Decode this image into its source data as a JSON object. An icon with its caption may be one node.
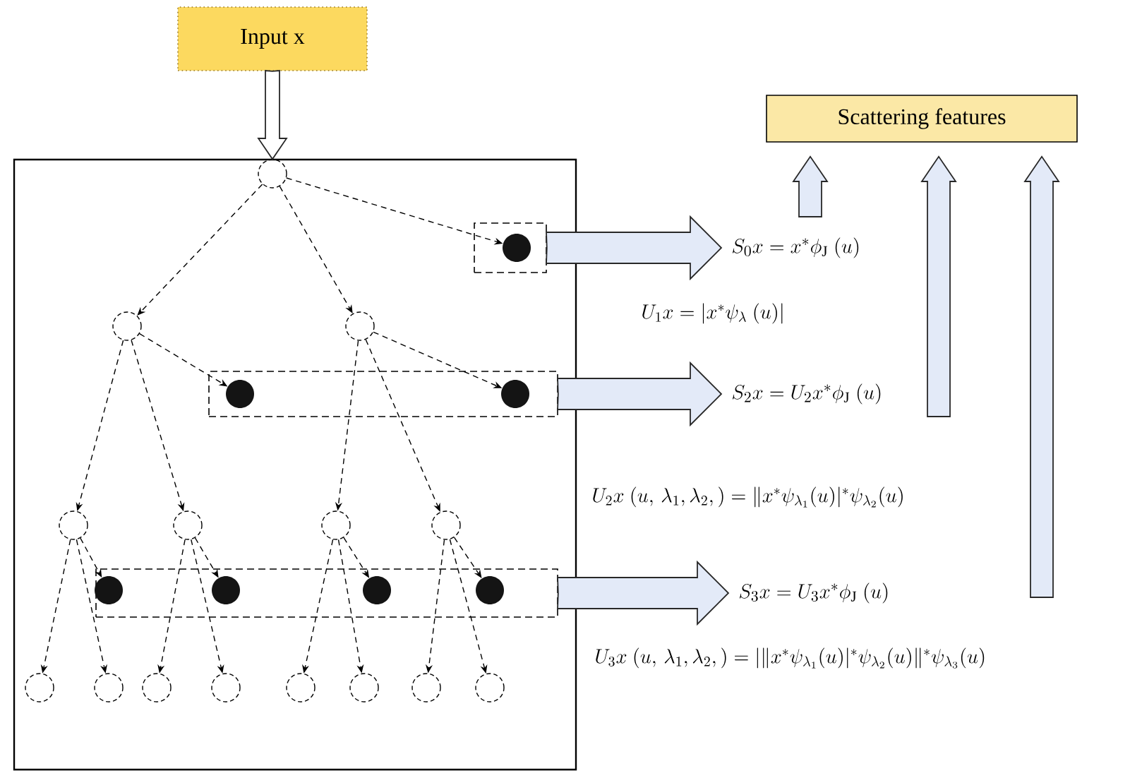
{
  "diagram": {
    "nodes": [
      {
        "text": [
          "Input x"
        ]
      },
      {
        "text": [
          "Scattering features"
        ]
      },
      {
        "text": [],
        "shape": "box"
      },
      {
        "text": [],
        "shape": "circle",
        "in": 2
      },
      {
        "text": [],
        "shape": "box",
        "in": 2
      },
      {
        "text": [],
        "shape": "dot",
        "in": 4
      },
      {
        "text": [
          "S_0x = x^{*}\\phi_{\\mathrm{J}}\\ (u)"
        ]
      },
      {
        "text": [],
        "shape": "circle",
        "in": 2
      },
      {
        "text": [],
        "shape": "circle",
        "in": 2
      },
      {
        "text": [],
        "shape": "box",
        "in": 2
      },
      {
        "text": [],
        "shape": "dot",
        "in": 9
      },
      {
        "text": [],
        "shape": "dot",
        "in": 9
      },
      {
        "text": [
          "S_2x = U_2x^{*}\\phi_{\\mathrm{J}}\\ (u)"
        ]
      },
      {
        "text": [],
        "shape": "circle",
        "in": 2
      },
      {
        "text": [],
        "shape": "circle",
        "in": 2
      },
      {
        "text": [],
        "shape": "circle",
        "in": 2
      },
      {
        "text": [],
        "shape": "circle",
        "in": 2
      },
      {
        "text": [],
        "shape": "box",
        "in": 2
      },
      {
        "text": [],
        "shape": "dot",
        "in": 17
      },
      {
        "text": [],
        "shape": "dot",
        "in": 17
      },
      {
        "text": [],
        "shape": "dot",
        "in": 17
      },
      {
        "text": [],
        "shape": "dot",
        "in": 17
      },
      {
        "text": [
          "S_3x = U_3x^{*}\\phi_{\\mathrm{J}}\\ (u)"
        ]
      },
      {
        "text": [],
        "shape": "circle",
        "in": 2
      },
      {
        "text": [],
        "shape": "circle",
        "in": 2
      },
      {
        "text": [],
        "shape": "circle",
        "in": 2
      },
      {
        "text": [],
        "shape": "circle",
        "in": 2
      },
      {
        "text": [],
        "shape": "circle",
        "in": 2
      },
      {
        "text": [],
        "shape": "circle",
        "in": 2
      },
      {
        "text": [],
        "shape": "circle",
        "in": 2
      },
      {
        "text": [],
        "shape": "circle",
        "in": 2
      }
    ],
    "edges": [
      {
        "from": 0,
        "to": 3,
        "arrow": "to",
        "style": "thick",
        "color": "#ffffff"
      },
      {
        "from": 3,
        "to": 7,
        "arrow": "to",
        "style": "dashed"
      },
      {
        "from": 3,
        "to": 8,
        "arrow": "to",
        "style": "dashed"
      },
      {
        "from": 3,
        "to": 5,
        "arrow": "to",
        "style": "dashed"
      },
      {
        "from": 4,
        "to": 6,
        "arrow": "to",
        "style": "thick",
        "color": "#e3eaf8"
      },
      {
        "from": 7,
        "to": 13,
        "arrow": "to",
        "style": "dashed"
      },
      {
        "from": 7,
        "to": 14,
        "arrow": "to",
        "style": "dashed"
      },
      {
        "from": 7,
        "to": 10,
        "arrow": "to",
        "style": "dashed"
      },
      {
        "from": 8,
        "to": 15,
        "arrow": "to",
        "style": "dashed"
      },
      {
        "from": 8,
        "to": 16,
        "arrow": "to",
        "style": "dashed"
      },
      {
        "from": 8,
        "to": 11,
        "arrow": "to",
        "style": "dashed"
      },
      {
        "from": 9,
        "to": 12,
        "arrow": "to",
        "style": "thick",
        "color": "#e3eaf8"
      },
      {
        "from": 13,
        "to": 23,
        "arrow": "to",
        "style": "dashed"
      },
      {
        "from": 13,
        "to": 24,
        "arrow": "to",
        "style": "dashed"
      },
      {
        "from": 13,
        "to": 18,
        "arrow": "to",
        "style": "dashed"
      },
      {
        "from": 14,
        "to": 25,
        "arrow": "to",
        "style": "dashed"
      },
      {
        "from": 14,
        "to": 26,
        "arrow": "to",
        "style": "dashed"
      },
      {
        "from": 14,
        "to": 19,
        "arrow": "to",
        "style": "dashed"
      },
      {
        "from": 15,
        "to": 27,
        "arrow": "to",
        "style": "dashed"
      },
      {
        "from": 15,
        "to": 28,
        "arrow": "to",
        "style": "dashed"
      },
      {
        "from": 15,
        "to": 20,
        "arrow": "to",
        "style": "dashed"
      },
      {
        "from": 16,
        "to": 29,
        "arrow": "to",
        "style": "dashed"
      },
      {
        "from": 16,
        "to": 30,
        "arrow": "to",
        "style": "dashed"
      },
      {
        "from": 16,
        "to": 21,
        "arrow": "to",
        "style": "dashed"
      },
      {
        "from": 17,
        "to": 22,
        "arrow": "to",
        "style": "thick",
        "color": "#e3eaf8"
      },
      {
        "from": 6,
        "to": 1,
        "arrow": "to",
        "style": "thick",
        "color": "#e3eaf8"
      },
      {
        "from": 12,
        "to": 1,
        "arrow": "to",
        "style": "thick",
        "color": "#e3eaf8"
      },
      {
        "from": 22,
        "to": 1,
        "arrow": "to",
        "style": "thick",
        "color": "#e3eaf8"
      }
    ],
    "labels": [
      "U_1x = \\left|x^{*}\\psi_{\\lambda}\\ (u)\\right|",
      "U_2x\\ (u,\\, \\lambda_1, \\lambda_2,) = \\|x^{*}\\psi_{\\lambda_1}(u)|^{*}\\psi_{\\lambda_2}(u)",
      "U_3x\\ (u,\\, \\lambda_1, \\lambda_2,) = |\\|x^{*}\\psi_{\\lambda_1}(u)|^{*}\\psi_{\\lambda_2}(u)\\|^{*}\\psi_{\\lambda_3}(u)"
    ]
  }
}
